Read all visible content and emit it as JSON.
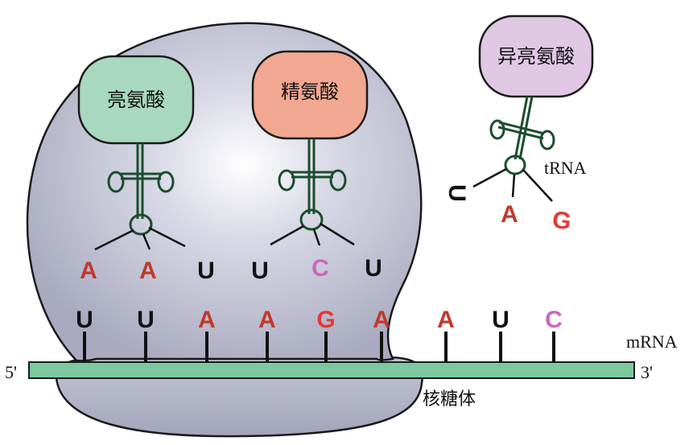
{
  "colors": {
    "red": "#c0392b",
    "bright_red": "#e53935",
    "black": "#111111",
    "pink": "#cc66bb",
    "mrna_fill": "#7cc9a0",
    "ribosome": "#b8b9cc",
    "trna_stroke": "#1b4d2e",
    "leu_fill": "#a8d8c0",
    "arg_fill": "#f2a890",
    "ile_fill": "#e0c8e4"
  },
  "amino_acids": {
    "left": "亮氨酸",
    "middle": "精氨酸",
    "free": "异亮氨酸"
  },
  "labels": {
    "trna": "tRNA",
    "mrna": "mRNA",
    "ribosome": "核糖体",
    "five_prime": "5'",
    "three_prime": "3'"
  },
  "anticodons": {
    "left": [
      {
        "base": "A",
        "color": "red"
      },
      {
        "base": "A",
        "color": "red"
      },
      {
        "base": "U",
        "color": "black"
      }
    ],
    "middle": [
      {
        "base": "U",
        "color": "black"
      },
      {
        "base": "C",
        "color": "pink"
      },
      {
        "base": "U",
        "color": "black"
      }
    ],
    "free": [
      {
        "base": "U",
        "color": "black"
      },
      {
        "base": "A",
        "color": "red"
      },
      {
        "base": "G",
        "color": "bright_red"
      }
    ]
  },
  "codons": [
    {
      "base": "U",
      "color": "black"
    },
    {
      "base": "U",
      "color": "black"
    },
    {
      "base": "A",
      "color": "red"
    },
    {
      "base": "A",
      "color": "red"
    },
    {
      "base": "G",
      "color": "bright_red"
    },
    {
      "base": "A",
      "color": "red"
    },
    {
      "base": "A",
      "color": "red"
    },
    {
      "base": "U",
      "color": "black"
    },
    {
      "base": "C",
      "color": "pink"
    }
  ]
}
